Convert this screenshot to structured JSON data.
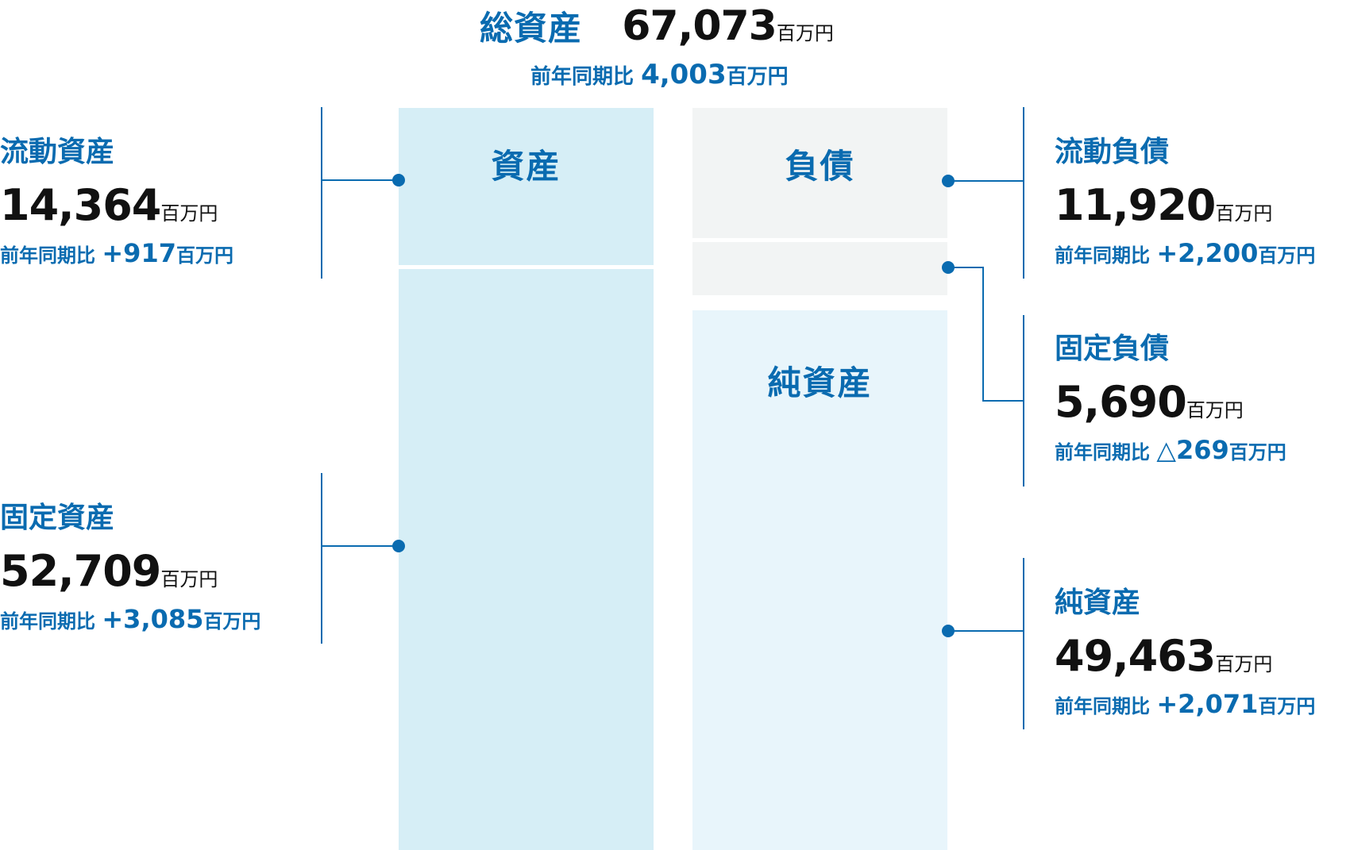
{
  "colors": {
    "accent": "#0a6bb0",
    "text": "#111111",
    "assets_box": "#d6eef6",
    "liabilities_box": "#f2f4f4",
    "net_assets_box": "#e8f5fb"
  },
  "total": {
    "label": "総資産",
    "value": "67,073",
    "unit": "百万円",
    "yoy_label": "前年同期比",
    "yoy_value": "4,003",
    "yoy_unit": "百万円"
  },
  "boxes": {
    "assets": "資産",
    "liabilities": "負債",
    "net_assets": "純資産"
  },
  "items": {
    "current_assets": {
      "label": "流動資産",
      "value": "14,364",
      "unit": "百万円",
      "yoy_label": "前年同期比",
      "yoy_value": "+917",
      "yoy_unit": "百万円"
    },
    "fixed_assets": {
      "label": "固定資産",
      "value": "52,709",
      "unit": "百万円",
      "yoy_label": "前年同期比",
      "yoy_value": "+3,085",
      "yoy_unit": "百万円"
    },
    "current_liabilities": {
      "label": "流動負債",
      "value": "11,920",
      "unit": "百万円",
      "yoy_label": "前年同期比",
      "yoy_value": "+2,200",
      "yoy_unit": "百万円"
    },
    "fixed_liabilities": {
      "label": "固定負債",
      "value": "5,690",
      "unit": "百万円",
      "yoy_label": "前年同期比",
      "yoy_value": "△269",
      "yoy_unit": "百万円"
    },
    "net_assets": {
      "label": "純資産",
      "value": "49,463",
      "unit": "百万円",
      "yoy_label": "前年同期比",
      "yoy_value": "+2,071",
      "yoy_unit": "百万円"
    }
  },
  "chart_data": {
    "type": "table",
    "title": "総資産 67,073百万円",
    "unit": "百万円",
    "assets": [
      {
        "name": "流動資産",
        "value": 14364,
        "yoy": 917
      },
      {
        "name": "固定資産",
        "value": 52709,
        "yoy": 3085
      }
    ],
    "liabilities_and_net_assets": [
      {
        "name": "流動負債",
        "value": 11920,
        "yoy": 2200
      },
      {
        "name": "固定負債",
        "value": 5690,
        "yoy": -269
      },
      {
        "name": "純資産",
        "value": 49463,
        "yoy": 2071
      }
    ],
    "total": 67073,
    "total_yoy": 4003
  }
}
